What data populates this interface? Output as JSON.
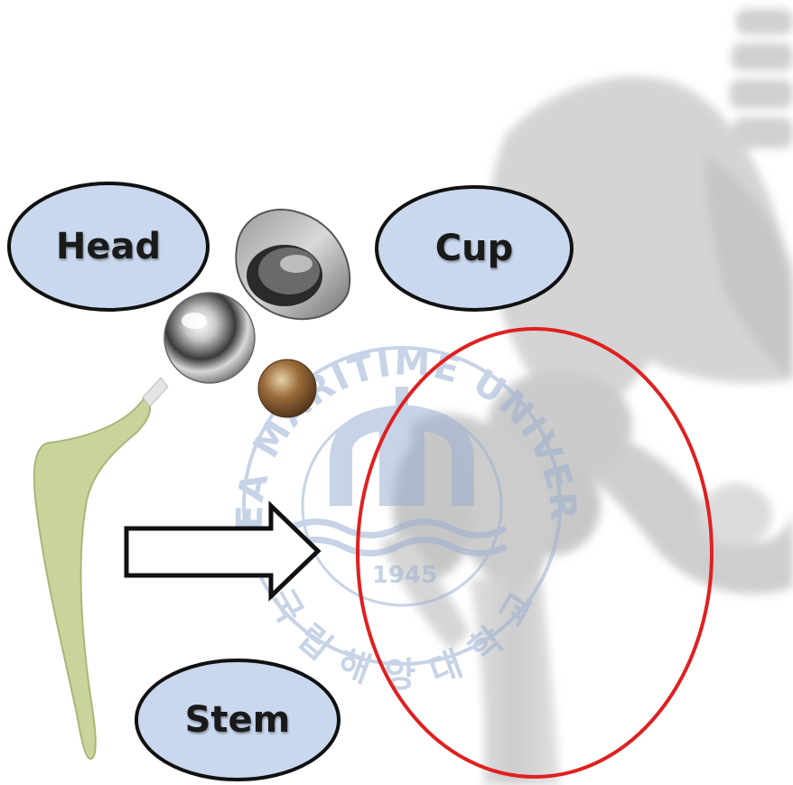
{
  "labels": {
    "head": "Head",
    "cup": "Cup",
    "stem": "Stem"
  },
  "watermark": {
    "arc_text": "KOREA MARITIME UNIVERSITY",
    "year": "1945",
    "bottom_text": "국 립 해 양 대 학 교"
  },
  "colors": {
    "ellipse_fill": "#c9d8ee",
    "ellipse_stroke": "#111111",
    "highlight_circle": "#e02020",
    "stem_fill": "#c8d49a",
    "watermark": "#9bb0d2"
  }
}
